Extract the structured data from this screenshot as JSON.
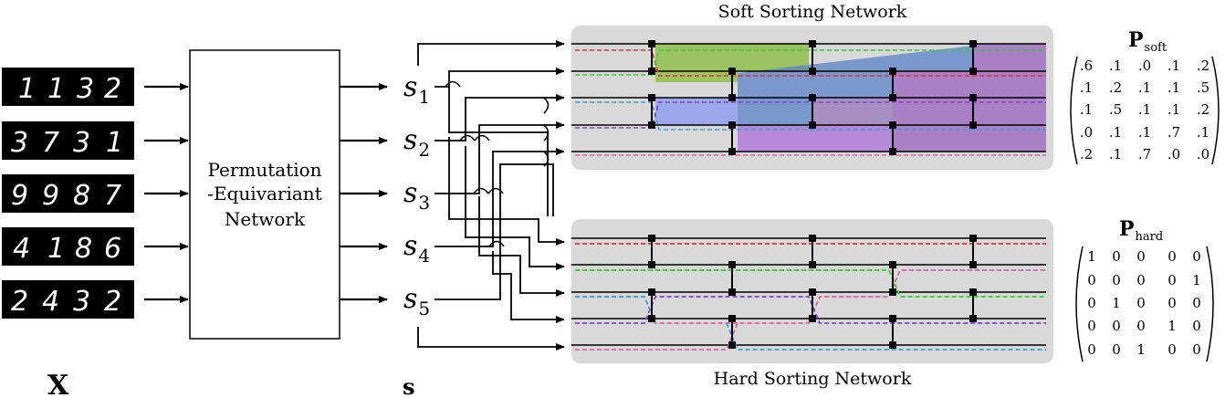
{
  "inputs": {
    "label": "X",
    "rows": [
      [
        "1",
        "1",
        "3",
        "2"
      ],
      [
        "3",
        "7",
        "3",
        "1"
      ],
      [
        "9",
        "9",
        "8",
        "7"
      ],
      [
        "4",
        "1",
        "8",
        "6"
      ],
      [
        "2",
        "4",
        "3",
        "2"
      ]
    ]
  },
  "network": {
    "line1": "Permutation",
    "line2": "-Equivariant",
    "line3": "Network"
  },
  "scores": {
    "label": "s",
    "names": [
      "s",
      "s",
      "s",
      "s",
      "s"
    ],
    "subs": [
      "1",
      "2",
      "3",
      "4",
      "5"
    ]
  },
  "soft": {
    "title": "Soft Sorting Network",
    "matrix_label": "P",
    "matrix_sub": "soft",
    "matrix": [
      [
        ".6",
        ".1",
        ".0",
        ".1",
        ".2"
      ],
      [
        ".1",
        ".2",
        ".1",
        ".1",
        ".5"
      ],
      [
        ".1",
        ".5",
        ".1",
        ".1",
        ".2"
      ],
      [
        ".0",
        ".1",
        ".1",
        ".7",
        ".1"
      ],
      [
        ".2",
        ".1",
        ".7",
        ".0",
        ".0"
      ]
    ]
  },
  "hard": {
    "title": "Hard Sorting Network",
    "matrix_label": "P",
    "matrix_sub": "hard",
    "matrix": [
      [
        "1",
        "0",
        "0",
        "0",
        "0"
      ],
      [
        "0",
        "0",
        "0",
        "0",
        "1"
      ],
      [
        "0",
        "1",
        "0",
        "0",
        "0"
      ],
      [
        "0",
        "0",
        "0",
        "1",
        "0"
      ],
      [
        "0",
        "0",
        "1",
        "0",
        "0"
      ]
    ]
  },
  "colors": {
    "green": "#8fbf4a",
    "blue": "#5b82c8",
    "purple": "#a070c0",
    "red": "#e83030",
    "lime": "#30d030",
    "lightblue": "#3aa0e8",
    "violet": "#8040d0",
    "pink": "#e060a0",
    "panel": "#d9d9d9"
  }
}
